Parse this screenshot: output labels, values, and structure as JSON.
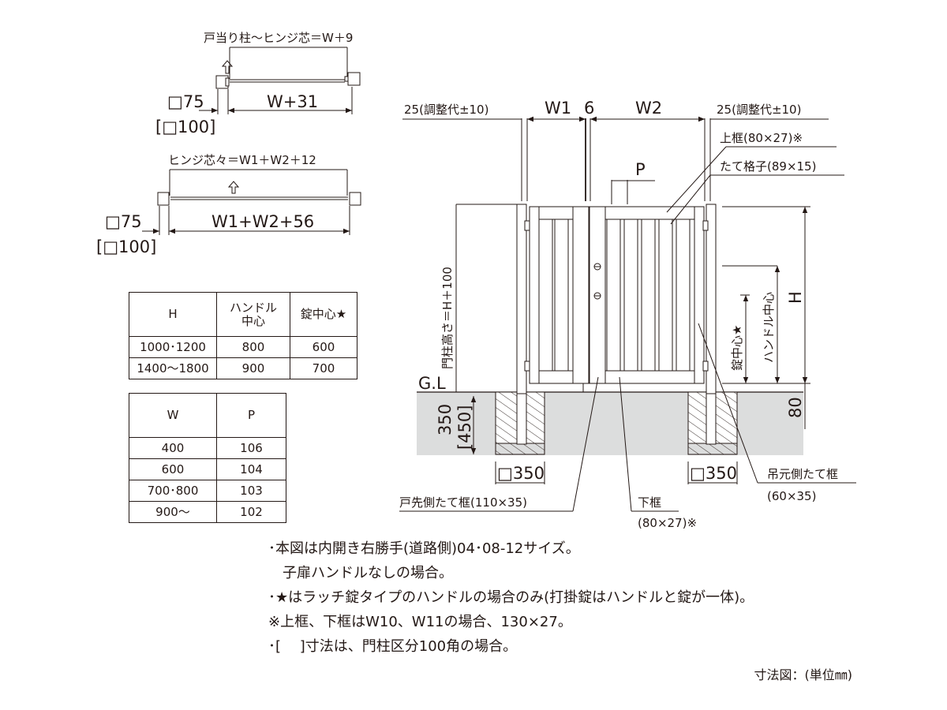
{
  "plan_single": {
    "top_dim": "戸当り柱～ヒンジ芯＝W＋9",
    "post": "□75",
    "post_alt": "[□100]",
    "width": "W+31"
  },
  "plan_double": {
    "top_dim": "ヒンジ芯々＝W1＋W2＋12",
    "post": "□75",
    "post_alt": "[□100]",
    "width": "W1+W2+56"
  },
  "table_h": {
    "headers": [
      "H",
      "ハンドル\n中心",
      "錠中心★"
    ],
    "rows": [
      [
        "1000･1200",
        "800",
        "600"
      ],
      [
        "1400～1800",
        "900",
        "700"
      ]
    ]
  },
  "table_w": {
    "headers": [
      "W",
      "P"
    ],
    "rows": [
      [
        "400",
        "106"
      ],
      [
        "600",
        "104"
      ],
      [
        "700･800",
        "103"
      ],
      [
        "900～",
        "102"
      ]
    ]
  },
  "elevation": {
    "adj_left": "25(調整代±10)",
    "adj_right": "25(調整代±10)",
    "w1": "W1",
    "gap": "6",
    "w2": "W2",
    "p": "P",
    "top_frame": "上框(80×27)※",
    "slat": "たて格子(89×15)",
    "post_height": "門柱高さ＝H＋100",
    "h": "H",
    "handle_center": "ハンドル中心",
    "lock_center": "錠中心★",
    "gl": "G.L",
    "foundation_depth": "350",
    "foundation_depth_alt": "[450]",
    "ground_clearance": "80",
    "foundation_left": "□350",
    "foundation_right": "□350",
    "hinge_frame_1": "吊元側たて框",
    "hinge_frame_2": "(60×35)",
    "latch_frame": "戸先側たて框(110×35)",
    "bottom_frame_1": "下框",
    "bottom_frame_2": "(80×27)※"
  },
  "notes": [
    "･本図は内開き右勝手(道路側)04･08-12サイズ。",
    "　子扉ハンドルなしの場合。",
    "･★はラッチ錠タイプのハンドルの場合のみ(打掛錠はハンドルと錠が一体)。",
    "※上框、下框はW10、W11の場合、130×27。",
    "･[　 ]寸法は、門柱区分100角の場合。"
  ],
  "unit_label": "寸法図：(単位㎜)"
}
